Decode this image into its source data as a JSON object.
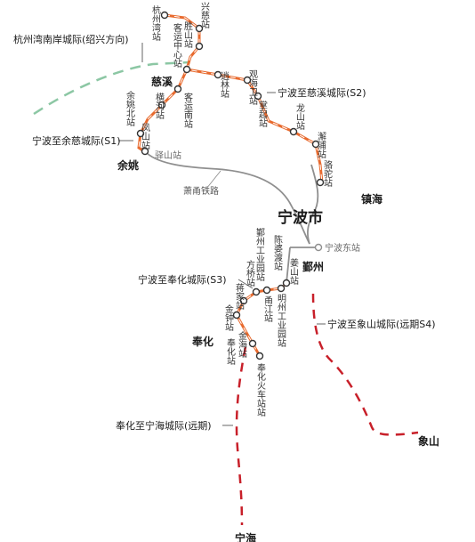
{
  "colors": {
    "s_line": "#e86a2e",
    "future_line": "#c8202a",
    "hangzhou_line": "#8cc7a4",
    "grey_line": "#8f8f8f",
    "text": "#333333"
  },
  "lines": {
    "hangzhou": "杭州湾南岸城际(绍兴方向)",
    "s2": "宁波至慈溪城际(S2)",
    "s1": "宁波至余慈城际(S1)",
    "s3": "宁波至奉化城际(S3)",
    "s4": "宁波至象山城际(远期S4)",
    "ninghai": "奉化至宁海城际(远期)"
  },
  "cities": {
    "cixi": "慈溪",
    "yuyao": "余姚",
    "ningbo": "宁波市",
    "zhenhai": "镇海",
    "yinzhou": "鄞州",
    "fenghua": "奉化",
    "xiangshan": "象山",
    "ninghai": "宁海"
  },
  "railway": {
    "xiaoyong": "萧甬铁路"
  },
  "stations": {
    "hangzhouwan": "杭州湾站",
    "xingci": "兴慈站",
    "shengshan": "胜山站",
    "keyunzhongxin": "客运中心站",
    "xiaolin": "逍林站",
    "guanhaiwei": "观海卫站",
    "zhangqi": "掌起站",
    "longshan": "龙山站",
    "xiepu": "澥浦站",
    "tuotuo": "骆驼站",
    "henghe": "横河站",
    "keyunnan": "客运南站",
    "yuyaobei": "余姚北站",
    "fengshan": "凤山站",
    "yishan": "驿山站",
    "ningbodong": "宁波东站",
    "yinzhougongye": "鄞州工业园站",
    "chenpodu": "陈婆渡站",
    "fangqiao": "方桥站",
    "jiangjia": "蒋家站",
    "yongjiang": "甬江站",
    "mingzhou": "明州工业园站",
    "jiangshan": "姜山站",
    "jinzhong": "金钟站",
    "fenghuazhan": "奉化站",
    "jinhai": "金海站",
    "fenghuahuoche": "奉化火车站站"
  }
}
